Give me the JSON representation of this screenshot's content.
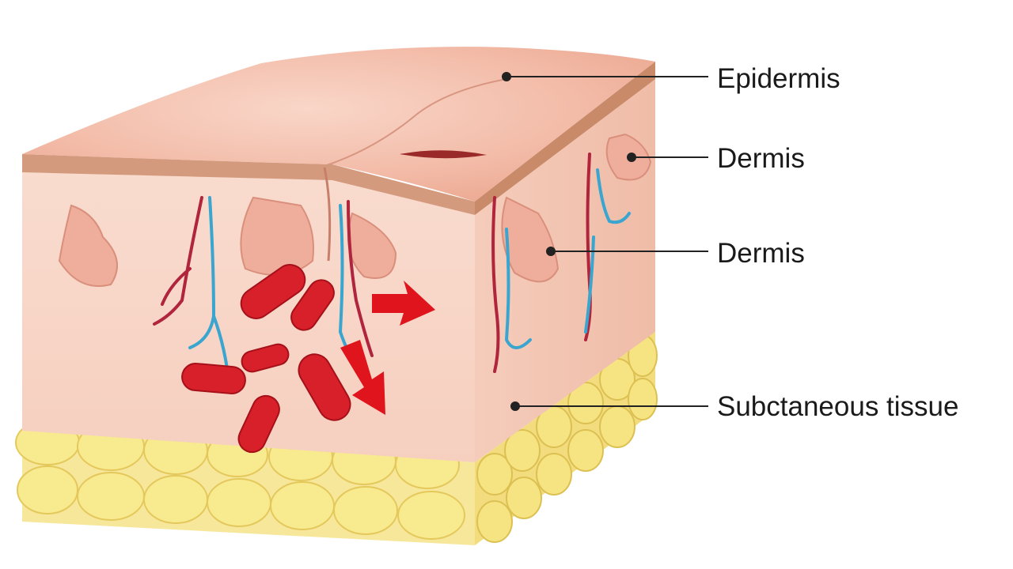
{
  "labels": {
    "epidermis": "Epidermis",
    "dermis_upper": "Dermis",
    "dermis_lower": "Dermis",
    "subcutaneous": "Subctaneous tissue"
  },
  "colors": {
    "epidermis_surface": "#f2b7a4",
    "epidermis_highlight": "#f8d2c3",
    "epidermis_edge": "#c98a6a",
    "dermis": "#f7d2c2",
    "dermis_side": "#f1c3b0",
    "papilla": "#eeaa98",
    "fat": "#f6e689",
    "fat_outline": "#e2c75a",
    "artery": "#b0243c",
    "vein": "#3aa6cf",
    "bacteria": "#d8202a",
    "arrow": "#e0141c",
    "leader_line": "#222222",
    "label_text": "#1a1a1a"
  },
  "icons": [
    "bacteria-icon",
    "spread-arrow-icon"
  ]
}
